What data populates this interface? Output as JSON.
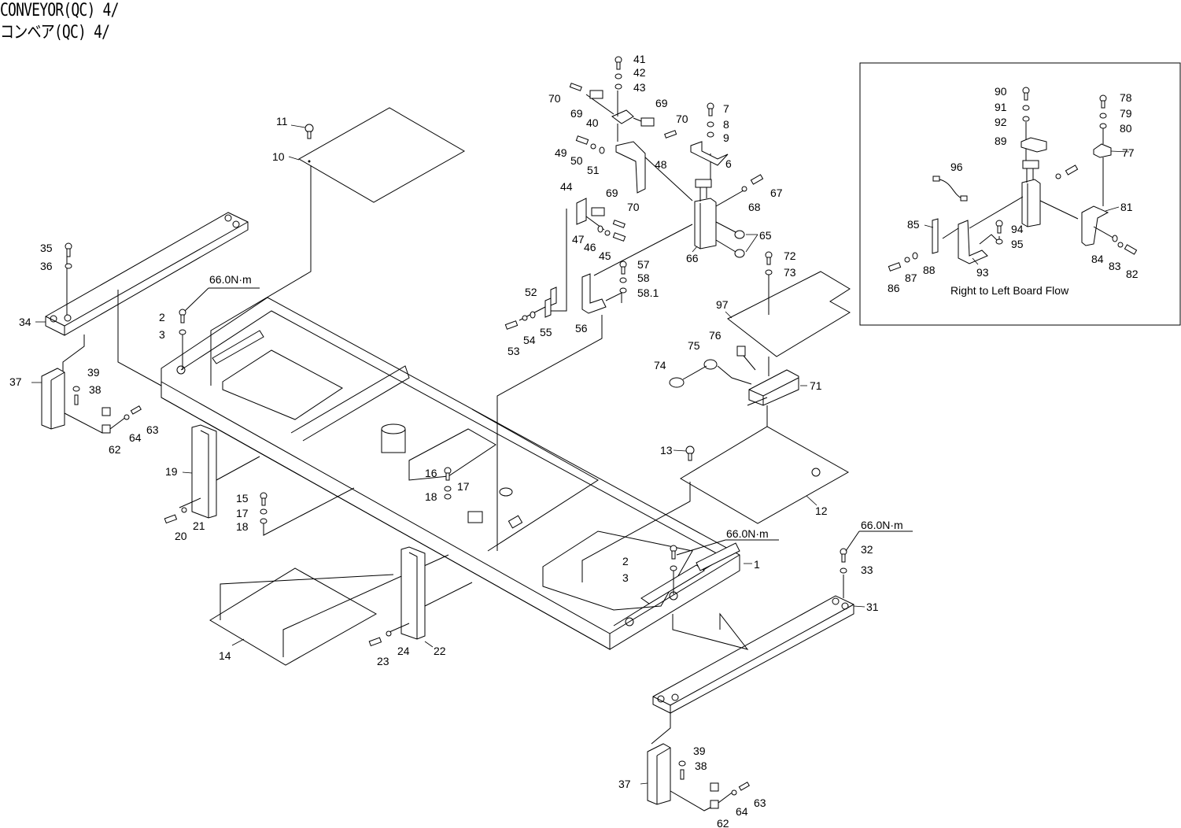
{
  "title": {
    "english": "CONVEYOR(QC) 4/",
    "japanese": "コンベア(QC) 4/"
  },
  "torque_spec": "66.0N·m",
  "inset": {
    "caption": "Right to Left Board Flow",
    "part_numbers": [
      "90",
      "91",
      "92",
      "89",
      "78",
      "79",
      "80",
      "77",
      "96",
      "81",
      "85",
      "94",
      "95",
      "84",
      "83",
      "82",
      "86",
      "87",
      "88",
      "93"
    ]
  },
  "callouts": {
    "p1": "1",
    "p2": "2",
    "p3": "3",
    "p6": "6",
    "p7": "7",
    "p8": "8",
    "p9": "9",
    "p10": "10",
    "p11": "11",
    "p12": "12",
    "p13": "13",
    "p14": "14",
    "p15": "15",
    "p16": "16",
    "p17": "17",
    "p18": "18",
    "p19": "19",
    "p20": "20",
    "p21": "21",
    "p22": "22",
    "p23": "23",
    "p24": "24",
    "p31": "31",
    "p32": "32",
    "p33": "33",
    "p34": "34",
    "p35": "35",
    "p36": "36",
    "p37": "37",
    "p38": "38",
    "p39": "39",
    "p40": "40",
    "p41": "41",
    "p42": "42",
    "p43": "43",
    "p44": "44",
    "p45": "45",
    "p46": "46",
    "p47": "47",
    "p48": "48",
    "p49": "49",
    "p50": "50",
    "p51": "51",
    "p52": "52",
    "p53": "53",
    "p54": "54",
    "p55": "55",
    "p56": "56",
    "p57": "57",
    "p58": "58",
    "p58_1": "58.1",
    "p62": "62",
    "p63": "63",
    "p64": "64",
    "p65": "65",
    "p66": "66",
    "p67": "67",
    "p68": "68",
    "p69": "69",
    "p70": "70",
    "p71": "71",
    "p72": "72",
    "p73": "73",
    "p74": "74",
    "p75": "75",
    "p76": "76",
    "p77": "77",
    "p78": "78",
    "p79": "79",
    "p80": "80",
    "p81": "81",
    "p82": "82",
    "p83": "83",
    "p84": "84",
    "p85": "85",
    "p86": "86",
    "p87": "87",
    "p88": "88",
    "p89": "89",
    "p90": "90",
    "p91": "91",
    "p92": "92",
    "p93": "93",
    "p94": "94",
    "p95": "95",
    "p96": "96",
    "p97": "97"
  }
}
